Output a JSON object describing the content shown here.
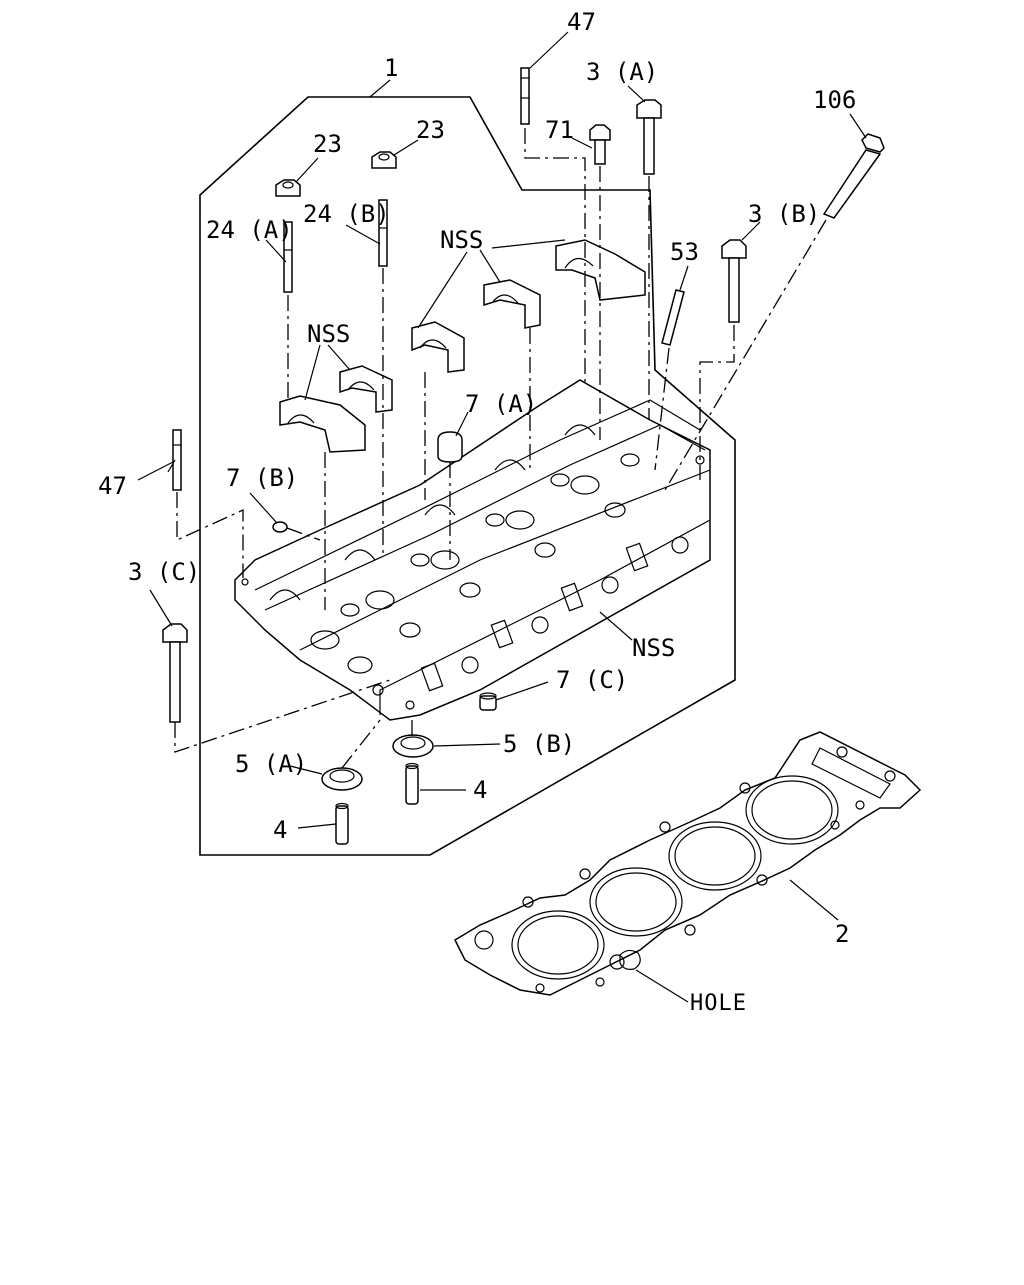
{
  "callouts": {
    "c1": "1",
    "c47_top": "47",
    "c3a": "3 (A)",
    "c71": "71",
    "c106": "106",
    "c23_left": "23",
    "c23_right": "23",
    "c24a": "24 (A)",
    "c24b": "24 (B)",
    "nss_top": "NSS",
    "c3b": "3 (B)",
    "c53": "53",
    "nss_left": "NSS",
    "c7a": "7 (A)",
    "c47_left": "47",
    "c7b": "7 (B)",
    "c3c": "3 (C)",
    "nss_right": "NSS",
    "c7c": "7 (C)",
    "c5b": "5 (B)",
    "c5a": "5 (A)",
    "c4_right": "4",
    "c4_left": "4",
    "c2": "2",
    "hole": "HOLE"
  }
}
